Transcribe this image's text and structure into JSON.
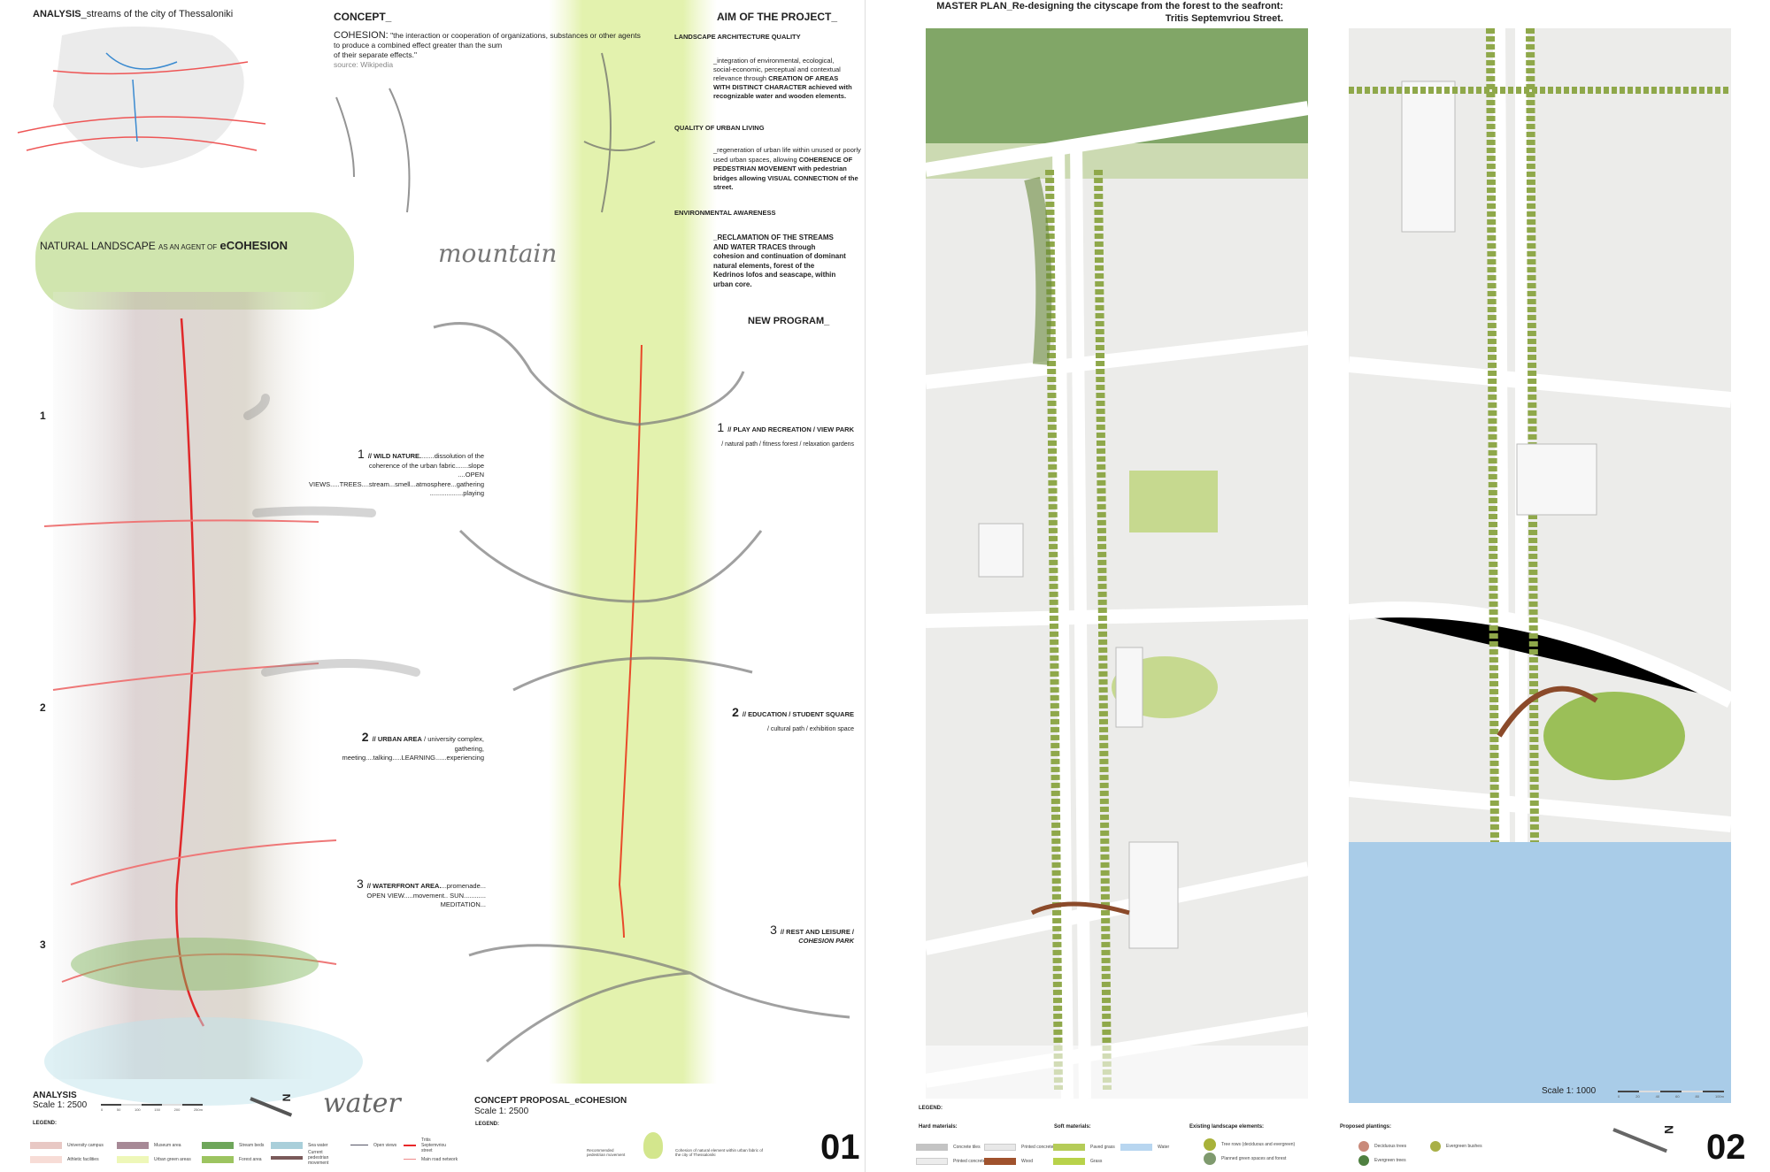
{
  "sheet1": {
    "analysis_title_bold": "ANALYSIS",
    "analysis_title_rest": "_streams of the city of Thessaloniki",
    "concept_title": "CONCEPT_",
    "cohesion_label": "COHESION:",
    "cohesion_quote_1": "\"the interaction or cooperation of organizations, substances or other agents",
    "cohesion_quote_2": "to produce a combined effect greater than the sum",
    "cohesion_quote_3": "of their separate effects.\"",
    "cohesion_source": "source: Wikipedia",
    "aim_title": "AIM OF THE PROJECT_",
    "aims": [
      {
        "heading": "LANDSCAPE ARCHITECTURE QUALITY",
        "text_1": "_integration of environmental, ecological, social-economic, perceptual and contextual relevance through ",
        "bold": "CREATION OF AREAS WITH DISTINCT CHARACTER",
        "text_2": " achieved with recognizable water and wooden elements."
      },
      {
        "heading": "QUALITY OF URBAN LIVING",
        "text_1": "_regeneration of urban life within unused or poorly used urban spaces, allowing ",
        "bold": "COHERENCE OF PEDESTRIAN MOVEMENT",
        "text_2": " with pedestrian bridges allowing VISUAL CONNECTION of the street."
      },
      {
        "heading": "ENVIRONMENTAL AWARENESS",
        "text_1": "",
        "bold": "_RECLAMATION  OF THE STREAMS AND WATER TRACES through cohesion and continuation of dominant natural elements, forest of the Kedrinos lofos and seascape, within urban core.",
        "text_2": ""
      }
    ],
    "natural_landscape_title_1": "NATURAL LANDSCAPE",
    "natural_landscape_title_2": "AS AN AGENT OF",
    "natural_landscape_title_3": "eCOHESION",
    "zone_numbers": [
      "1",
      "2",
      "3"
    ],
    "zones": [
      {
        "num": "1",
        "title": "// WILD NATURE.",
        "line_1": ".......dissolution of the",
        "line_2": "coherence of the urban fabric.......slope",
        "line_3": "....OPEN",
        "line_4": "VIEWS.....TREES....stream...smell...atmosphere...gathering",
        "line_5": "..................playing"
      },
      {
        "num": "2",
        "title": "// URBAN AREA",
        "line_1": " / university complex,",
        "line_2": "gathering,",
        "line_3": "meeting....talking.....LEARNING......experiencing"
      },
      {
        "num": "3",
        "title": "// WATERFRONT AREA.",
        "line_1": "...promenade...",
        "line_2": "OPEN VIEW.....movement.. SUN............",
        "line_3": "MEDITATION..."
      }
    ],
    "new_program_title": "NEW PROGRAM_",
    "program": [
      {
        "num": "1",
        "title": "// PLAY AND RECREATION / VIEW PARK",
        "sub": "/ natural path / fitness forest / relaxation gardens"
      },
      {
        "num": "2",
        "title": "// EDUCATION / STUDENT SQUARE",
        "sub": "/ cultural path / exhibition space"
      },
      {
        "num": "3",
        "title": "// REST AND LEISURE /",
        "sub": "COHESION PARK"
      }
    ],
    "sketch_words": [
      "mountain",
      "water"
    ],
    "analysis_label": "ANALYSIS",
    "analysis_scale": "Scale 1: 2500",
    "analysis_scalebar_ticks": [
      "0",
      "50",
      "100",
      "150",
      "200",
      "250m"
    ],
    "legend_label": "LEGEND:",
    "analysis_legend": [
      {
        "label": "University campus",
        "color": "#e8c8c4"
      },
      {
        "label": "Athletic facilities",
        "color": "#f7dcd6"
      },
      {
        "label": "Museum area",
        "color": "#a78996"
      },
      {
        "label": "Urban green areas",
        "color": "#eef7b8"
      },
      {
        "label": "Stream beds",
        "color": "#6ea65a"
      },
      {
        "label": "Forest area",
        "color": "#9cc460"
      },
      {
        "label": "Sea water",
        "color": "#a9cfda"
      },
      {
        "label": "Current pedestrian movement",
        "color": "#7a5a5a"
      },
      {
        "label": "Open views",
        "color": "#556"
      },
      {
        "label": "Tritis Septemvriou street",
        "color": "#e8282a"
      },
      {
        "label": "Main road network",
        "color": "#ef8a8a"
      }
    ],
    "concept_proposal_title": "CONCEPT PROPOSAL_eCOHESION",
    "concept_proposal_scale": "Scale 1: 2500",
    "concept_legend": [
      {
        "label": "Recommended pedestrian movement"
      },
      {
        "label": "Cohesion of natural element within urban fabric of the city of Thessaloniki",
        "color": "#c8e070"
      }
    ],
    "sheet_number": "01"
  },
  "sheet2": {
    "title_1": "MASTER PLAN_Re-designing the cityscape from the forest to the seafront:",
    "title_2": "Tritis Septemvriou Street.",
    "scale": "Scale 1: 1000",
    "scalebar_ticks": [
      "0",
      "20",
      "40",
      "60",
      "80",
      "100m"
    ],
    "legend_label": "LEGEND:",
    "legend_groups": [
      {
        "title": "Hard materials:",
        "items": [
          {
            "label": "Concrete tiles",
            "color": "#c4c4c4"
          },
          {
            "label": "Printed concrete",
            "color": "#e8e8e8"
          },
          {
            "label": "Printed concrete",
            "color": "#ececec"
          },
          {
            "label": "Wood",
            "color": "#a0522d"
          }
        ]
      },
      {
        "title": "Soft materials:",
        "items": [
          {
            "label": "Paved grass",
            "color": "#b5cc58"
          },
          {
            "label": "Water",
            "color": "#b8d6f0"
          },
          {
            "label": "Grass",
            "color": "#b8d24a"
          }
        ]
      },
      {
        "title": "Existing landscape elements:",
        "items": [
          {
            "label": "Tree rows (deciduous and evergreen)",
            "color": "#a8b23a"
          },
          {
            "label": "Planned green spaces and forest",
            "color": "#7f9a6e"
          }
        ]
      },
      {
        "title": "Proposed plantings:",
        "items": [
          {
            "label": "Deciduous trees",
            "color": "#c98a7a"
          },
          {
            "label": "Evergreen bushes",
            "color": "#a9b048"
          },
          {
            "label": "Evergreen trees",
            "color": "#4f8040"
          }
        ]
      }
    ],
    "sheet_number": "02"
  },
  "north_label": "N"
}
